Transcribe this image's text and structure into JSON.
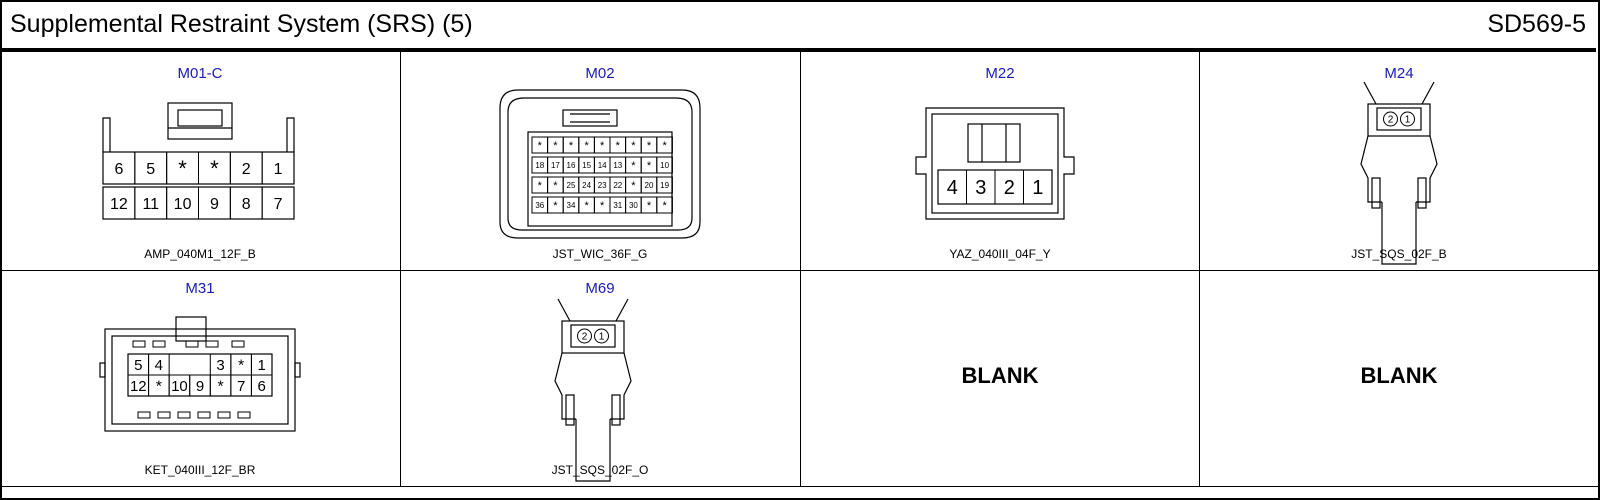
{
  "header": {
    "title": "Supplemental Restraint System (SRS) (5)",
    "code": "SD569-5"
  },
  "connectors": [
    {
      "id": "M01-C",
      "type": "AMP_040M1_12F_B",
      "top_row": [
        "6",
        "5",
        "*",
        "*",
        "2",
        "1"
      ],
      "bottom_row": [
        "12",
        "11",
        "10",
        "9",
        "8",
        "7"
      ]
    },
    {
      "id": "M02",
      "type": "JST_WIC_36F_G",
      "rows": [
        [
          "*",
          "*",
          "*",
          "*",
          "*",
          "*",
          "*",
          "*",
          "*"
        ],
        [
          "18",
          "17",
          "16",
          "15",
          "14",
          "13",
          "*",
          "*",
          "10"
        ],
        [
          "*",
          "*",
          "25",
          "24",
          "23",
          "22",
          "*",
          "20",
          "19"
        ],
        [
          "36",
          "*",
          "34",
          "*",
          "*",
          "31",
          "30",
          "*",
          "*"
        ]
      ]
    },
    {
      "id": "M22",
      "type": "YAZ_040III_04F_Y",
      "pins": [
        "4",
        "3",
        "2",
        "1"
      ]
    },
    {
      "id": "M24",
      "type": "JST_SQS_02F_B",
      "pins": [
        "2",
        "1"
      ]
    },
    {
      "id": "M31",
      "type": "KET_040III_12F_BR",
      "top_row": [
        "5",
        "4",
        "",
        "",
        "3",
        "*",
        "1"
      ],
      "bottom_row": [
        "12",
        "*",
        "10",
        "9",
        "*",
        "7",
        "6"
      ]
    },
    {
      "id": "M69",
      "type": "JST_SQS_02F_O",
      "pins": [
        "2",
        "1"
      ]
    },
    {
      "id": "",
      "type": "",
      "blank_label": "BLANK"
    },
    {
      "id": "",
      "type": "",
      "blank_label": "BLANK"
    }
  ],
  "colors": {
    "connector_id": "#1a1ab8",
    "line": "#000000"
  }
}
